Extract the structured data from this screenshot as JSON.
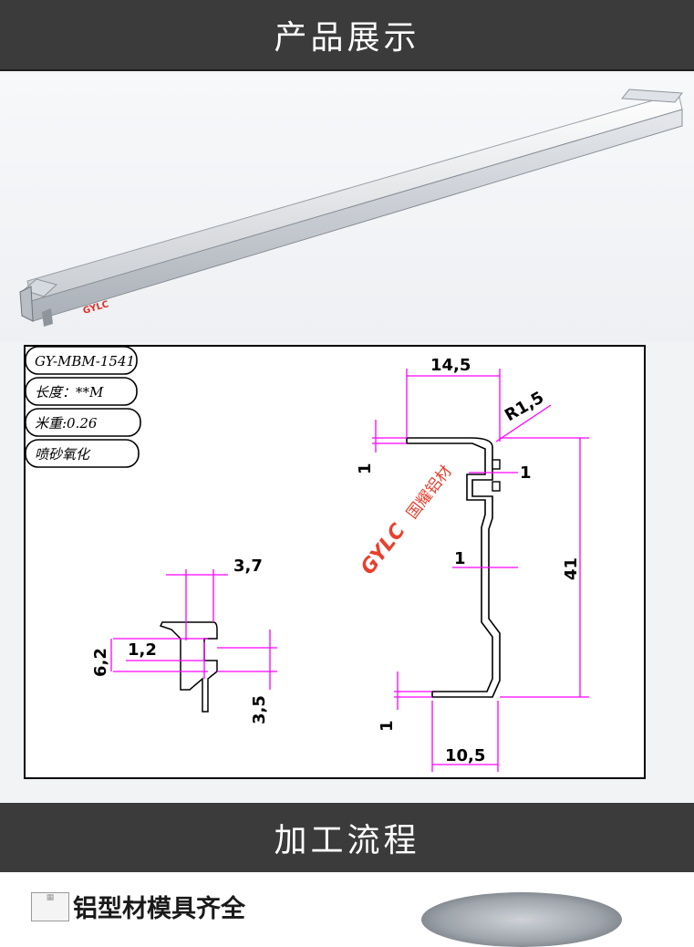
{
  "header": {
    "title": "产品展示"
  },
  "section2": {
    "title": "加工流程"
  },
  "product": {
    "logo": "GYLC"
  },
  "spec": {
    "model": "GY-MBM-1541",
    "length": "长度：**M",
    "weight": "米重:0.26",
    "finish": "喷砂氧化"
  },
  "watermark": {
    "logo": "GYLC",
    "name": "国耀铝材"
  },
  "dims": {
    "top_width": "14,5",
    "radius": "R1,5",
    "thick_top": "1",
    "slot_wall": "1",
    "web": "1",
    "height": "41",
    "thick_bottom": "1",
    "bottom_width": "10,5",
    "detail_width": "3,7",
    "detail_gap": "1,2",
    "detail_height": "6,2",
    "detail_low": "3,5"
  },
  "card": {
    "title": "铝型材模具齐全",
    "icon": "image-icon"
  },
  "colors": {
    "banner": "#3b3b3b",
    "dimension": "#ff00ff"
  }
}
